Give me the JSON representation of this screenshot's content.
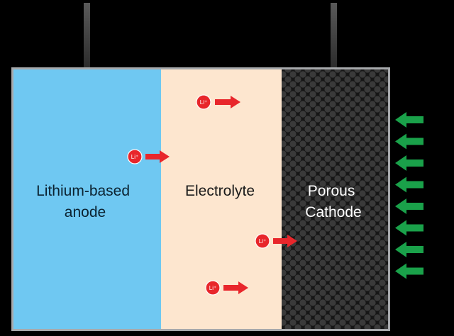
{
  "diagram": {
    "anode": {
      "label_line1": "Lithium-based",
      "label_line2": "anode",
      "color": "#6fc8f2"
    },
    "electrolyte": {
      "label": "Electrolyte",
      "color": "#fde6cf"
    },
    "cathode": {
      "label_line1": "Porous",
      "label_line2": "Cathode",
      "color": "#1a1a1a"
    },
    "ion": {
      "label": "Li⁺",
      "count": 4,
      "color": "#e8262b",
      "arrow_color": "#e8262b"
    },
    "incoming_arrows": {
      "count": 8,
      "color": "#1aa14a"
    },
    "frame_color": "#a7a9ac",
    "terminal_color": "#3a3a3a"
  }
}
